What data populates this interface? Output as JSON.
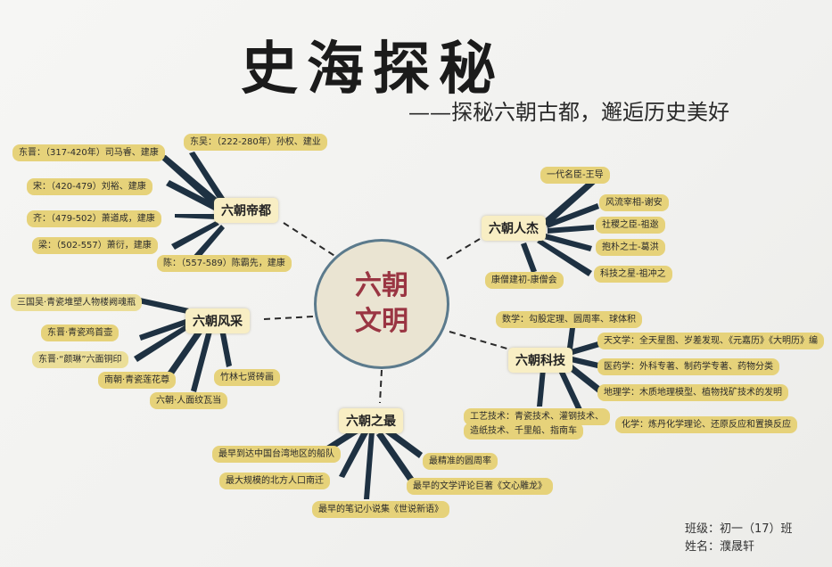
{
  "title": "史海探秘",
  "subtitle": "——探秘六朝古都，邂逅历史美好",
  "center": {
    "line1": "六朝",
    "line2": "文明"
  },
  "branches": {
    "capitals": {
      "label": "六朝帝都",
      "items": [
        "东晋：（317-420年）司马睿、建康",
        "东吴：（222-280年）孙权、建业",
        "宋：（420-479）刘裕、建康",
        "齐：（479-502）萧道成，建康",
        "梁：（502-557）萧衍，建康",
        "陈：（557-589）陈霸先，建康"
      ]
    },
    "people": {
      "label": "六朝人杰",
      "items": [
        "一代名臣-王导",
        "风流宰相-谢安",
        "社稷之臣-祖逖",
        "抱朴之士-葛洪",
        "科技之星-祖冲之",
        "康僧建初-康僧会"
      ]
    },
    "style": {
      "label": "六朝风采",
      "items": [
        "三国吴·青瓷堆塑人物楼阙魂瓶",
        "东晋·青瓷鸡首壶",
        "东晋·“颜琳”六面铜印",
        "南朝·青瓷莲花尊",
        "竹林七贤砖画",
        "六朝·人面纹瓦当"
      ]
    },
    "tech": {
      "label": "六朝科技",
      "items": [
        "数学：勾股定理、圆周率、球体积",
        "天文学：全天星图、岁差发现、《元嘉历》《大明历》编",
        "医药学：外科专著、制药学专著、药物分类",
        "地理学：木质地理模型、植物找矿技术的发明",
        "工艺技术：青瓷技术、灌钢技术、",
        "造纸技术、千里船、指南车",
        "化学：炼丹化学理论、还原反应和置换反应"
      ]
    },
    "firsts": {
      "label": "六朝之最",
      "items": [
        "最早到达中国台湾地区的船队",
        "最大规模的北方人口南迁",
        "最早的笔记小说集《世说新语》",
        "最精准的圆周率",
        "最早的文学评论巨著《文心雕龙》"
      ]
    }
  },
  "footer": {
    "class_line": "班级：初一（17）班",
    "name_line": "姓名：濮晟轩"
  },
  "colors": {
    "hub": "#f8eec4",
    "leaf": "#e6d27a",
    "branch": "#1e3142",
    "center_text": "#9a3542",
    "center_ring": "#5b7a8c"
  }
}
